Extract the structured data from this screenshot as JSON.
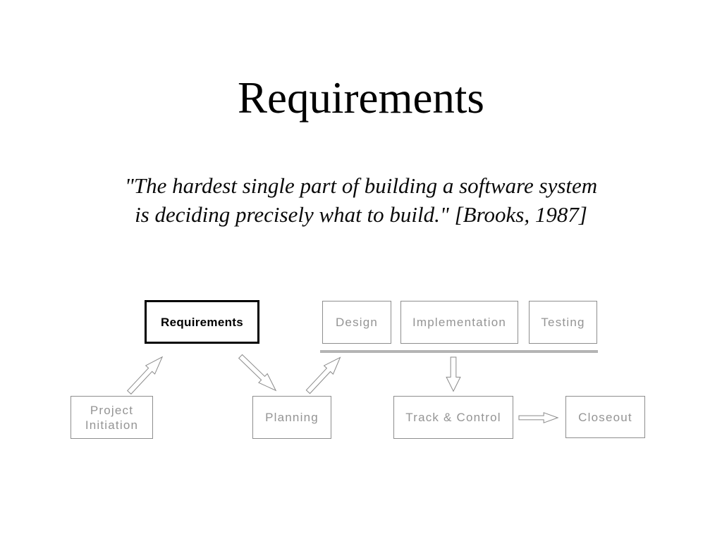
{
  "slide": {
    "title": "Requirements",
    "quote": {
      "line1": "\"The hardest single part of building a software system",
      "line2": "is deciding precisely what to build.\" [Brooks, 1987]"
    },
    "colors": {
      "background": "#ffffff",
      "title_text": "#000000",
      "active_box_border": "#000000",
      "inactive_box_border": "#8e8e8e",
      "inactive_label_gray": "#949494",
      "phase_underline_gray": "#b4b4b4",
      "arrow_outline_gray": "#8a8a8a"
    }
  },
  "diagram": {
    "active_phase": {
      "label": "Requirements"
    },
    "phase_row": [
      {
        "label": "Design"
      },
      {
        "label": "Implementation"
      },
      {
        "label": "Testing"
      }
    ],
    "process_row": [
      {
        "label": "Project Initiation"
      },
      {
        "label": "Planning"
      },
      {
        "label": "Track & Control"
      },
      {
        "label": "Closeout"
      }
    ],
    "arrows": [
      {
        "name": "project-initiation-to-requirements",
        "direction": "up-right"
      },
      {
        "name": "requirements-to-planning",
        "direction": "down-right"
      },
      {
        "name": "planning-to-design",
        "direction": "up-right"
      },
      {
        "name": "implementation-to-track-and-control",
        "direction": "down"
      },
      {
        "name": "track-and-control-to-closeout",
        "direction": "right"
      }
    ]
  }
}
